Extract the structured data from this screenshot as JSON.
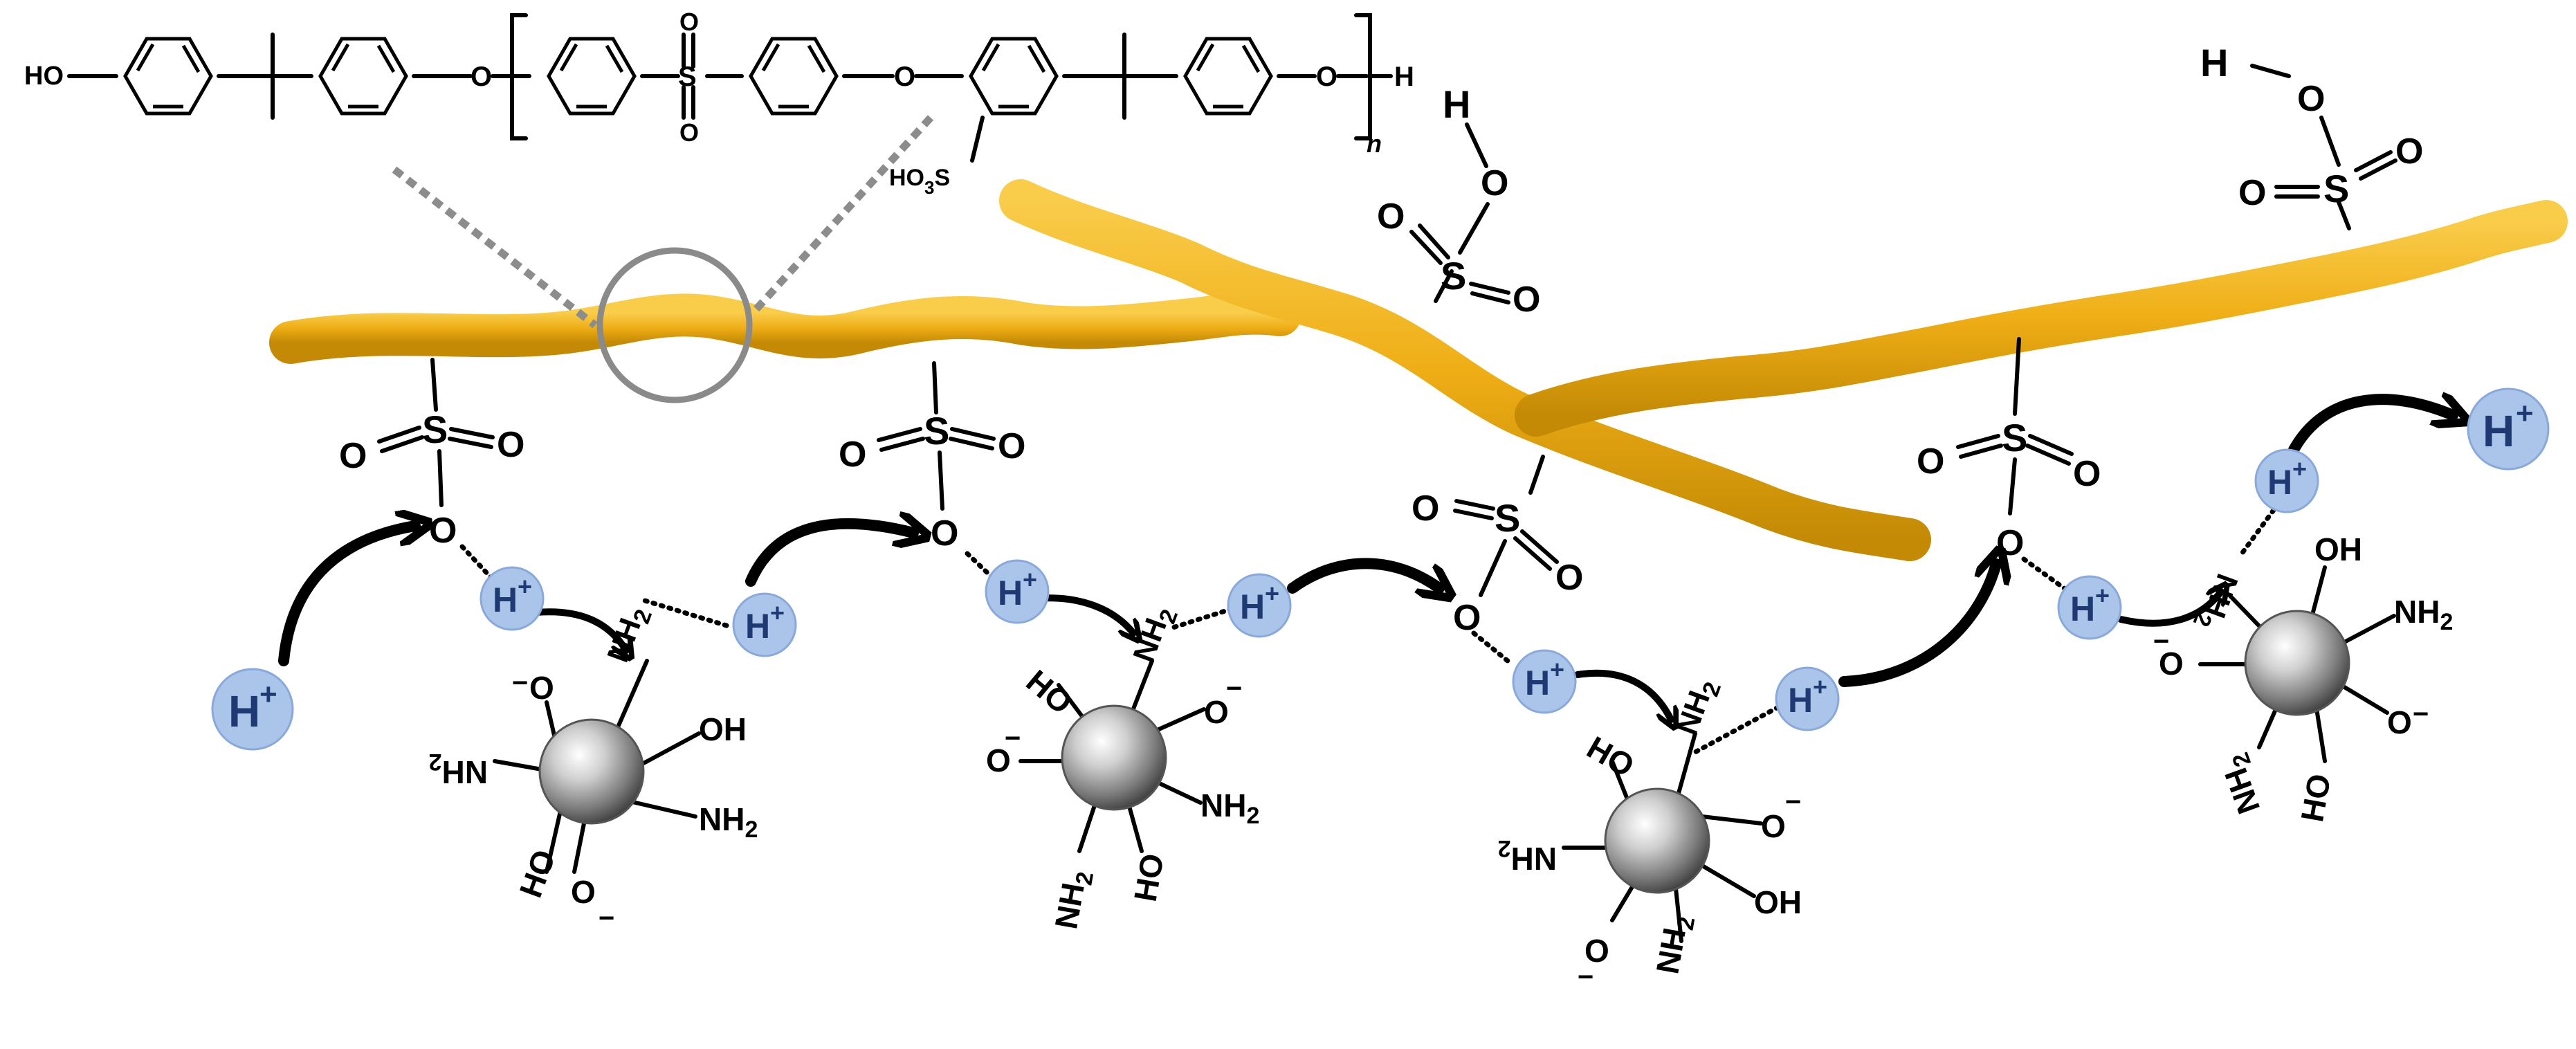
{
  "colors": {
    "polymer": "#f0b21e",
    "polymer_dark": "#b67f06",
    "proton_fill": "#aac4ea",
    "proton_stroke": "#8aa9db",
    "proton_text": "#1f3a73",
    "zoom_circle": "#8a8a8a",
    "nanoparticle": "#9a9a9a"
  },
  "structure": {
    "ho": "HO",
    "o1": "O",
    "o2": "O",
    "o3": "O",
    "o_end": "O",
    "h_end": "H",
    "s": "S",
    "so2_o_top": "O",
    "so2_o_bottom": "O",
    "so3h": "HO",
    "so3h_sub": "3",
    "so3h_s": "S",
    "repeat": "n"
  },
  "groups": {
    "sulfonate_o": "O",
    "sulfonate_s": "S",
    "sulfonic_h": "H",
    "proton": "H",
    "proton_charge": "+",
    "oh": "OH",
    "ho": "HO",
    "nh2": "NH",
    "nh2_sub": "2",
    "o_minus": "O",
    "minus": "−"
  },
  "icons": {
    "proton": "proton-circle-icon",
    "nanoparticle": "nanoparticle-sphere-icon",
    "arrow": "curved-arrow-icon"
  }
}
